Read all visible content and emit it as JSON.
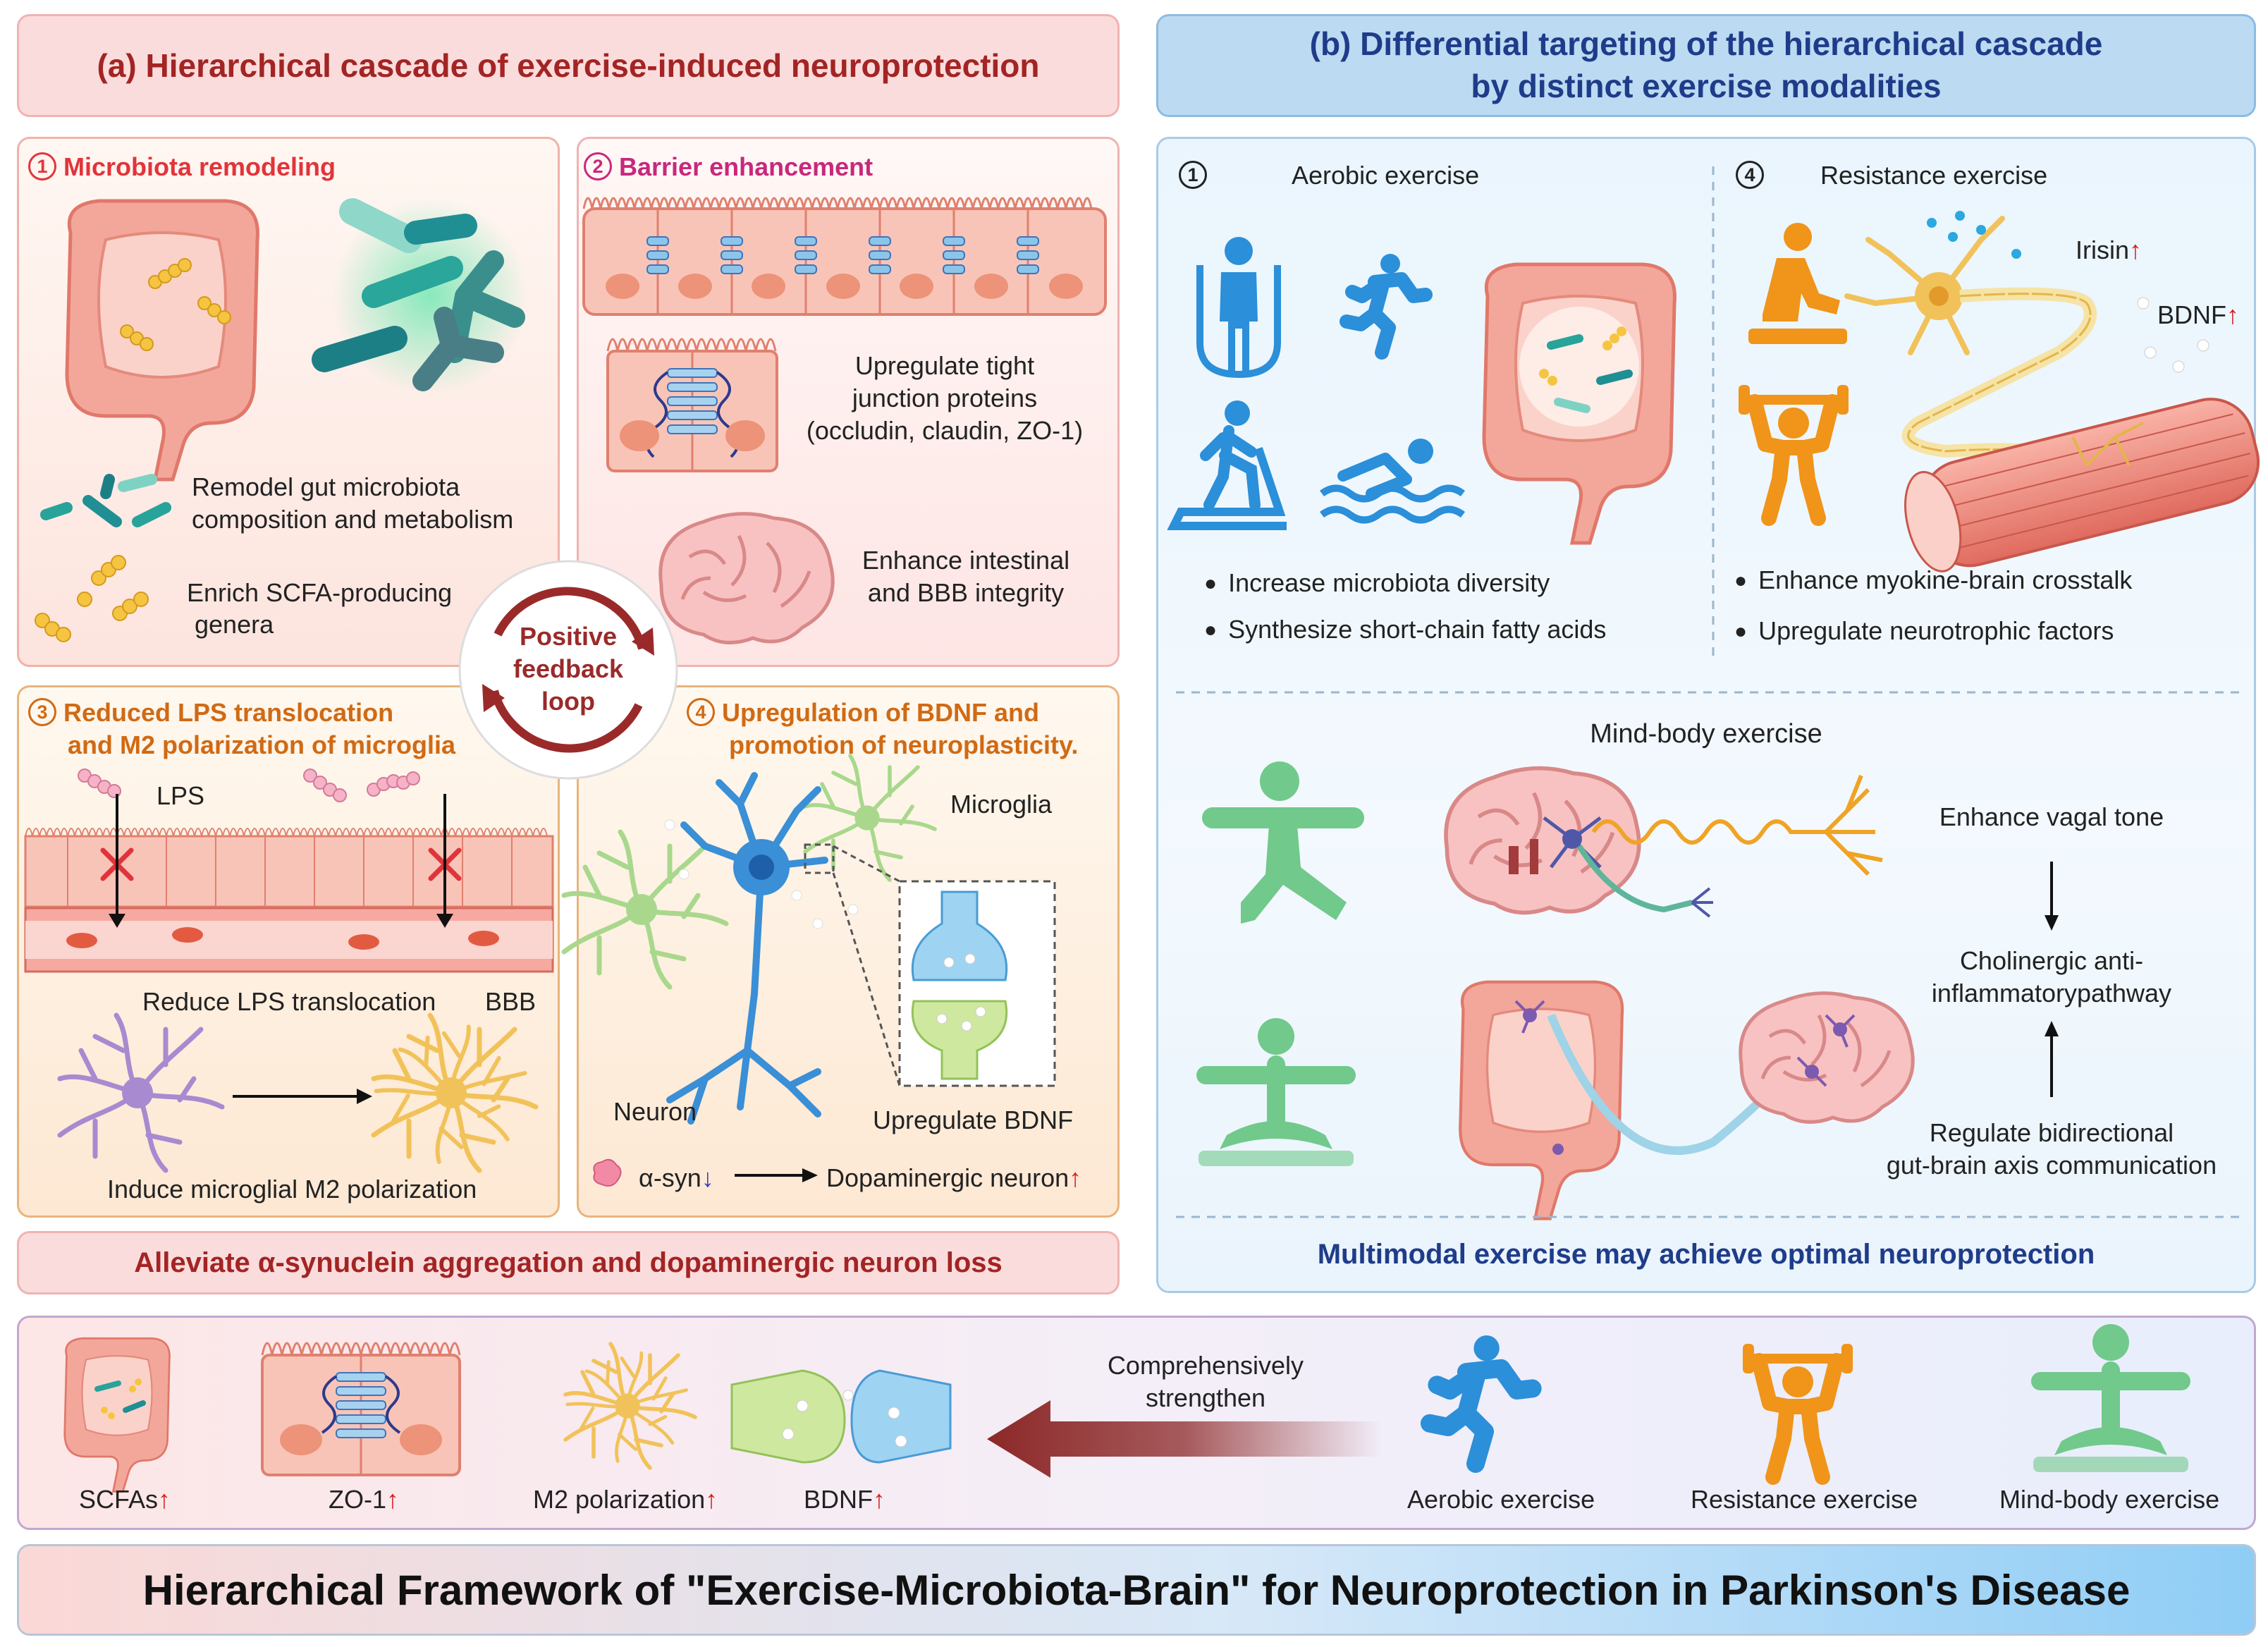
{
  "colors": {
    "panel_a_header": "#fbdcdc",
    "panel_b_header": "#bcdaf1",
    "title_bar": "#9ed3f6",
    "arrow_dark_red": "#8c2828",
    "aerobic_blue": "#2b8fd9",
    "resistance_orange": "#f0941a",
    "mindbody_green": "#71c98c"
  },
  "panel_a": {
    "header": "(a) Hierarchical cascade of exercise-induced neuroprotection",
    "p1": {
      "num": "1",
      "title": "Microbiota remodeling",
      "t1a": "Remodel gut microbiota",
      "t1b": "composition and metabolism",
      "t2a": "Enrich SCFA-producing",
      "t2b": "genera"
    },
    "p2": {
      "num": "2",
      "title": "Barrier enhancement",
      "t1a": "Upregulate tight",
      "t1b": "junction proteins",
      "t1c": "(occludin, claudin, ZO-1)",
      "t2a": "Enhance intestinal",
      "t2b": "and BBB integrity"
    },
    "feedback": {
      "l1": "Positive",
      "l2": "feedback",
      "l3": "loop"
    },
    "p3": {
      "num": "3",
      "title1": "Reduced LPS translocation",
      "title2": "and M2 polarization of microglia",
      "lps": "LPS",
      "reduce": "Reduce LPS translocation",
      "bbb": "BBB",
      "induce": "Induce microglial M2 polarization"
    },
    "p4": {
      "num": "4",
      "title1": "Upregulation of BDNF and",
      "title2": "promotion of neuroplasticity.",
      "microglia": "Microglia",
      "neuron": "Neuron",
      "bdnf": "Upregulate BDNF",
      "asyn": "α-syn",
      "asyn_arrow": "↓",
      "dopa": "Dopaminergic neuron",
      "dopa_arrow": "↑"
    },
    "footer": "Alleviate α-synuclein aggregation and dopaminergic neuron loss"
  },
  "panel_b": {
    "header1": "(b) Differential targeting of the hierarchical cascade",
    "header2": "by distinct exercise modalities",
    "aerobic": {
      "num": "1",
      "title": "Aerobic exercise",
      "b1": "Increase microbiota diversity",
      "b2": "Synthesize short-chain fatty acids"
    },
    "resistance": {
      "num": "4",
      "title": "Resistance exercise",
      "irisin": "Irisin",
      "bdnf": "BDNF",
      "arrow": "↑",
      "b1": "Enhance myokine-brain crosstalk",
      "b2": "Upregulate neurotrophic factors"
    },
    "mindbody": {
      "title": "Mind-body exercise",
      "vagal": "Enhance vagal tone",
      "chol1": "Cholinergic anti-",
      "chol2": "inflammatorypathway",
      "reg1": "Regulate bidirectional",
      "reg2": "gut-brain axis communication"
    },
    "footer": "Multimodal exercise may achieve optimal neuroprotection"
  },
  "bottom": {
    "scfa": "SCFAs",
    "zo1": "ZO-1",
    "m2": "M2 polarization",
    "bdnf": "BDNF",
    "arrow": "↑",
    "strengthen1": "Comprehensively",
    "strengthen2": "strengthen",
    "aerobic": "Aerobic exercise",
    "resistance": "Resistance exercise",
    "mindbody": "Mind-body exercise"
  },
  "title": "Hierarchical Framework of \"Exercise-Microbiota-Brain\" for Neuroprotection in Parkinson's Disease"
}
